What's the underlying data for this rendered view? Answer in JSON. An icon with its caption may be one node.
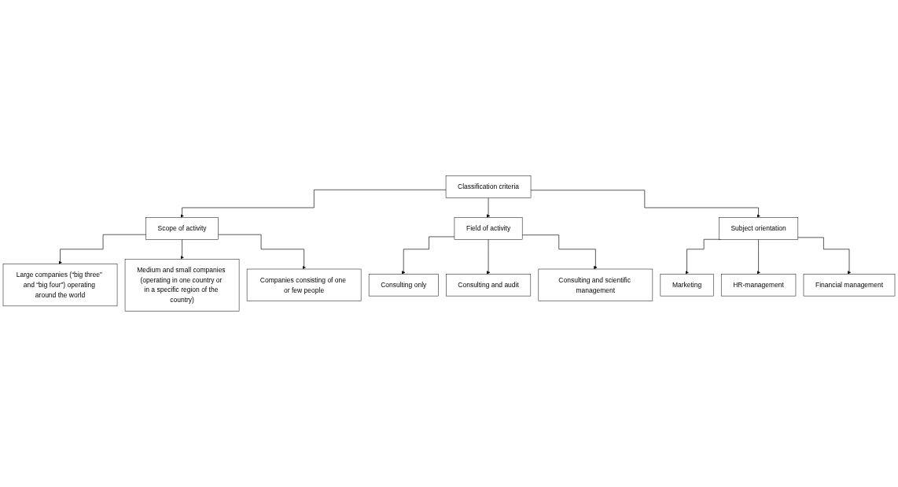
{
  "diagram": {
    "nodes": [
      {
        "text": [
          "Classification criteria"
        ]
      },
      {
        "text": [
          "Scope of activity"
        ]
      },
      {
        "text": [
          "Field of activity"
        ]
      },
      {
        "text": [
          "Subject orientation"
        ]
      },
      {
        "text": [
          "Large companies (“big three” and “big four”) operating around the world"
        ]
      },
      {
        "text": [
          "Medium and small companies (operating in one country or in a specific region of the country)"
        ]
      },
      {
        "text": [
          "Companies consisting of one or few people"
        ]
      },
      {
        "text": [
          "Consulting only"
        ]
      },
      {
        "text": [
          "Consulting and audit"
        ]
      },
      {
        "text": [
          "Consulting and scientific management"
        ]
      },
      {
        "text": [
          "Marketing"
        ]
      },
      {
        "text": [
          "HR-management"
        ]
      },
      {
        "text": [
          "Financial management"
        ]
      }
    ],
    "edges": [
      {
        "from": 0,
        "to": 1,
        "arrow": "to"
      },
      {
        "from": 0,
        "to": 2,
        "arrow": "to"
      },
      {
        "from": 0,
        "to": 3,
        "arrow": "to"
      },
      {
        "from": 1,
        "to": 4,
        "arrow": "to"
      },
      {
        "from": 1,
        "to": 5,
        "arrow": "to"
      },
      {
        "from": 1,
        "to": 6,
        "arrow": "to"
      },
      {
        "from": 2,
        "to": 7,
        "arrow": "to"
      },
      {
        "from": 2,
        "to": 8,
        "arrow": "to"
      },
      {
        "from": 2,
        "to": 9,
        "arrow": "to"
      },
      {
        "from": 3,
        "to": 10,
        "arrow": "to"
      },
      {
        "from": 3,
        "to": 11,
        "arrow": "to"
      },
      {
        "from": 3,
        "to": 12,
        "arrow": "to"
      }
    ]
  }
}
